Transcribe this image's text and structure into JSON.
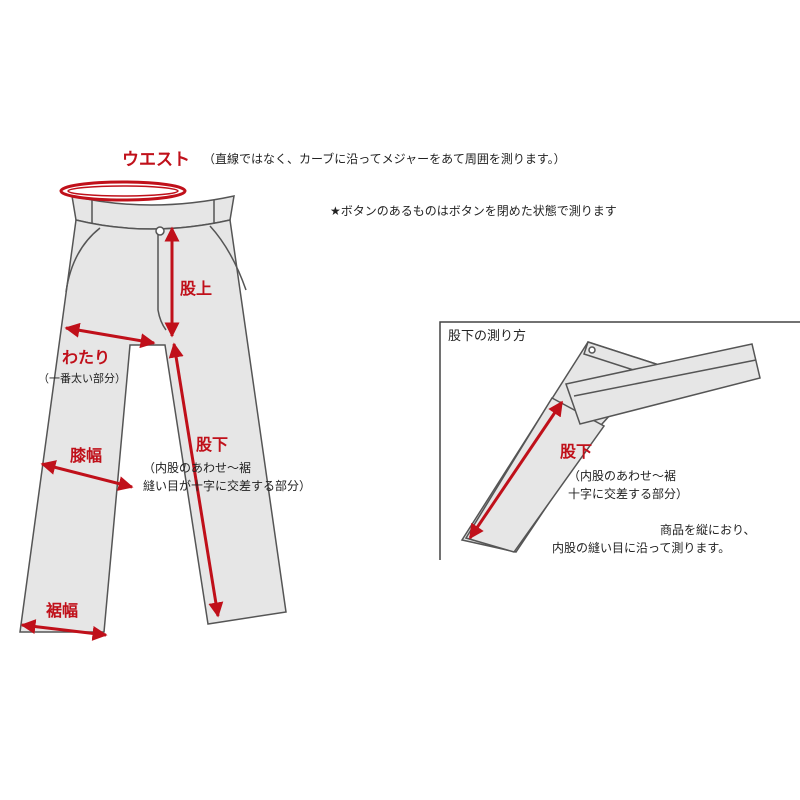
{
  "colors": {
    "accent": "#c0101a",
    "garment_fill": "#e6e6e6",
    "garment_line": "#555555",
    "panel_border": "#444444",
    "text": "#222222"
  },
  "waist": {
    "label": "ウエスト",
    "note": "（直線ではなく、カーブに沿ってメジャーをあて周囲を測ります。）"
  },
  "button_note": "★ボタンのあるものはボタンを閉めた状態で測ります",
  "rise": {
    "label": "股上"
  },
  "thigh": {
    "label": "わたり",
    "note": "（一番太い部分）"
  },
  "knee": {
    "label": "膝幅"
  },
  "inseam": {
    "label": "股下",
    "note_line1": "（内股のあわせ～裾",
    "note_line2": "縫い目が十字に交差する部分）"
  },
  "hem": {
    "label": "裾幅"
  },
  "inset": {
    "title": "股下の測り方",
    "inseam_label": "股下",
    "note_line1": "（内股のあわせ～裾",
    "note_line2": "十字に交差する部分）",
    "instruction_line1": "商品を縦におり、",
    "instruction_line2": "内股の縫い目に沿って測ります。"
  }
}
